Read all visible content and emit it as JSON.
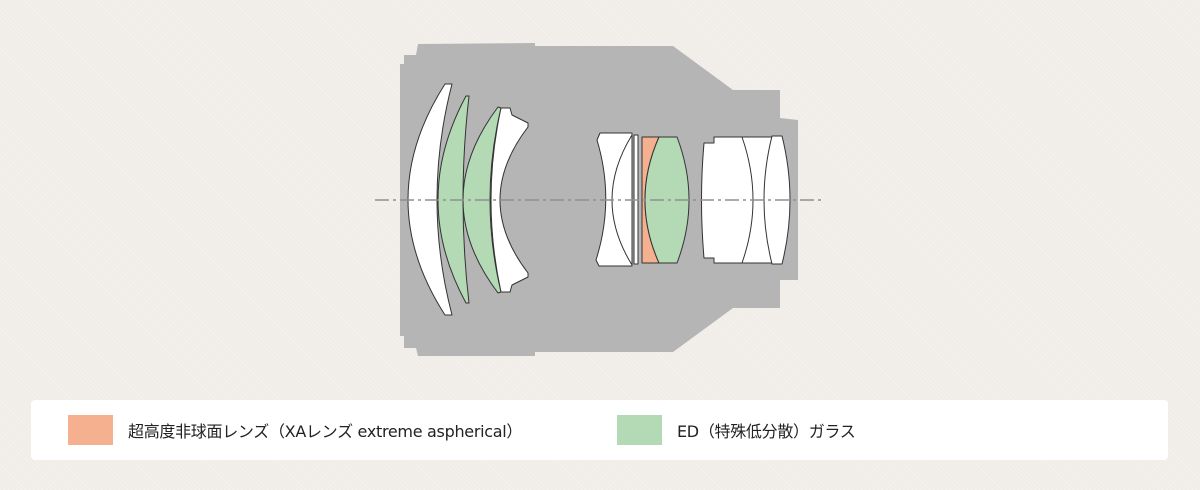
{
  "diagram": {
    "title": "lens-construction",
    "colors": {
      "barrel": "#b5b5b5",
      "glass": "#ffffff",
      "xa": "#f4b08f",
      "ed": "#b3dab5",
      "axis": "#8f8f8f"
    }
  },
  "legend": [
    {
      "label": "超高度非球面レンズ（XAレンズ extreme aspherical）",
      "color": "#f4b08f"
    },
    {
      "label": "ED（特殊低分散）ガラス",
      "color": "#b3dab5"
    }
  ]
}
